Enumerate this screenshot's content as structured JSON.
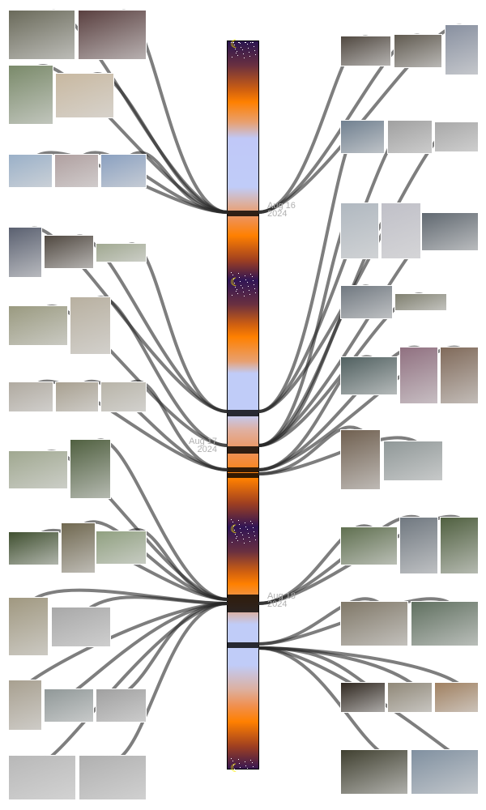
{
  "timeline": {
    "dates": [
      {
        "day": "Aug 16",
        "year": "2024"
      },
      {
        "day": "Aug 17",
        "year": "2024"
      },
      {
        "day": "Aug 18",
        "year": "2024"
      }
    ],
    "colors": {
      "night": "#2a1550",
      "sunrise": "#ff8000",
      "sky": "#c0ccf8",
      "connector": "#555555",
      "moon": "#ffee00"
    }
  },
  "icons": {
    "moon": "moon-icon"
  }
}
